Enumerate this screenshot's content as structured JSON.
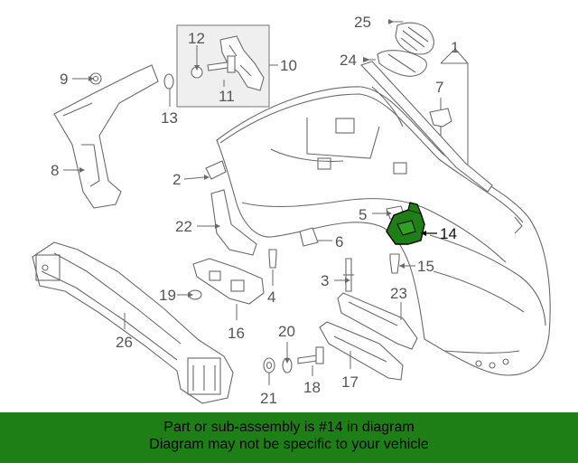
{
  "banner": {
    "line1": "Part or sub-assembly is #14 in diagram",
    "line2": "Diagram may not be specific to your vehicle",
    "background_color": "#1e7f16"
  },
  "highlight": {
    "part_number": "14",
    "color": "#1e7f16"
  },
  "callouts": {
    "c1": "1",
    "c2": "2",
    "c3": "3",
    "c4": "4",
    "c5": "5",
    "c6": "6",
    "c7": "7",
    "c8": "8",
    "c9": "9",
    "c10": "10",
    "c11": "11",
    "c12": "12",
    "c13": "13",
    "c14": "14",
    "c15": "15",
    "c16": "16",
    "c17": "17",
    "c18": "18",
    "c19": "19",
    "c20": "20",
    "c21": "21",
    "c22": "22",
    "c23": "23",
    "c24": "24",
    "c25": "25",
    "c26": "26"
  }
}
